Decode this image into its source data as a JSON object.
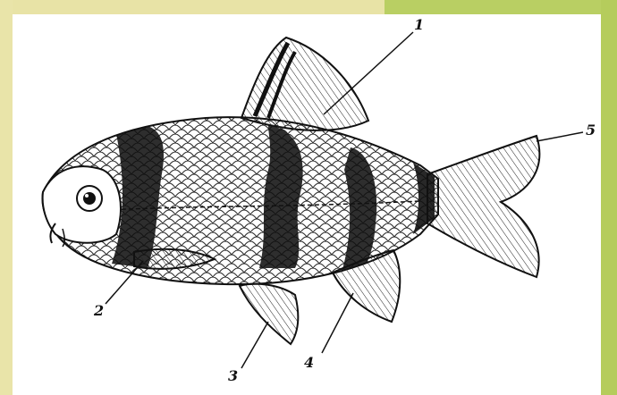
{
  "colors": {
    "frame_left": "#e9e4a9",
    "frame_right": "#b5cc5c",
    "panel": "#ffffff",
    "ink": "#111111"
  },
  "labels": {
    "dorsal_fin": "1",
    "pectoral_fin": "2",
    "pelvic_fin": "3",
    "anal_fin": "4",
    "caudal_fin": "5"
  }
}
